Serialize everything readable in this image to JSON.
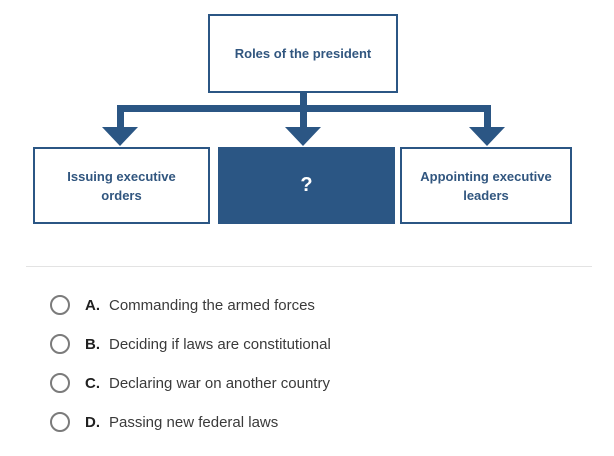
{
  "colors": {
    "primary_blue": "#2b5684",
    "box_text_blue": "#31567f",
    "question_mark_white": "#ffffff",
    "option_letter": "#212121",
    "option_text": "#3a3a3a",
    "radio_border": "#7b7b7b",
    "divider": "#e3e3e3"
  },
  "diagram": {
    "root": {
      "label": "Roles of the president"
    },
    "children": [
      {
        "label": "Issuing executive orders",
        "highlighted": false
      },
      {
        "label": "?",
        "highlighted": true
      },
      {
        "label": "Appointing executive leaders",
        "highlighted": false
      }
    ]
  },
  "options": {
    "items": [
      {
        "letter": "A.",
        "text": "Commanding the armed forces"
      },
      {
        "letter": "B.",
        "text": "Deciding if laws are constitutional"
      },
      {
        "letter": "C.",
        "text": "Declaring war on another country"
      },
      {
        "letter": "D.",
        "text": "Passing new federal laws"
      }
    ]
  }
}
